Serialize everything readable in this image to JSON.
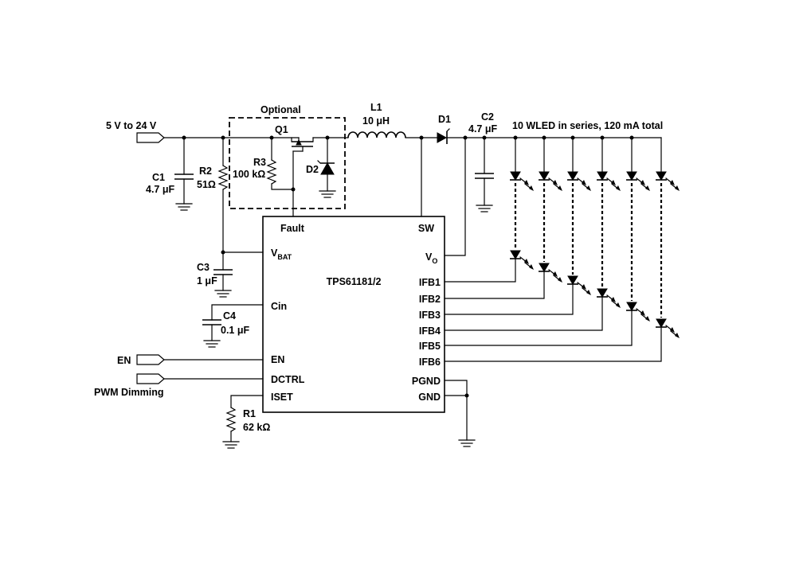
{
  "labels": {
    "vin": "5  V to 24  V",
    "optional": "Optional",
    "q1": "Q1",
    "r3_name": "R3",
    "r3_val": "100 kΩ",
    "d2": "D2",
    "l1_name": "L1",
    "l1_val": "10 μH",
    "d1": "D1",
    "c2_name": "C2",
    "c2_val": "4.7 μF",
    "led_desc": "10 WLED in series, 120 mA total",
    "c1_name": "C1",
    "c1_val": "4.7 μF",
    "r2_name": "R2",
    "r2_val": "51Ω",
    "c3_name": "C3",
    "c3_val": "1 μF",
    "c4_name": "C4",
    "c4_val": "0.1 μF",
    "en": "EN",
    "pwm": "PWM Dimming",
    "r1_name": "R1",
    "r1_val": "62 kΩ"
  },
  "ic": {
    "name": "TPS61181/2",
    "pins_left": {
      "fault": "Fault",
      "vbat_main": "V",
      "vbat_sub": "BAT",
      "cin": "Cin",
      "en": "EN",
      "dctrl": "DCTRL",
      "iset": "ISET"
    },
    "pins_right": {
      "sw": "SW",
      "vo_main": "V",
      "vo_sub": "O",
      "ifb": [
        "IFB1",
        "IFB2",
        "IFB3",
        "IFB4",
        "IFB5",
        "IFB6"
      ],
      "pgnd": "PGND",
      "gnd": "GND"
    }
  }
}
